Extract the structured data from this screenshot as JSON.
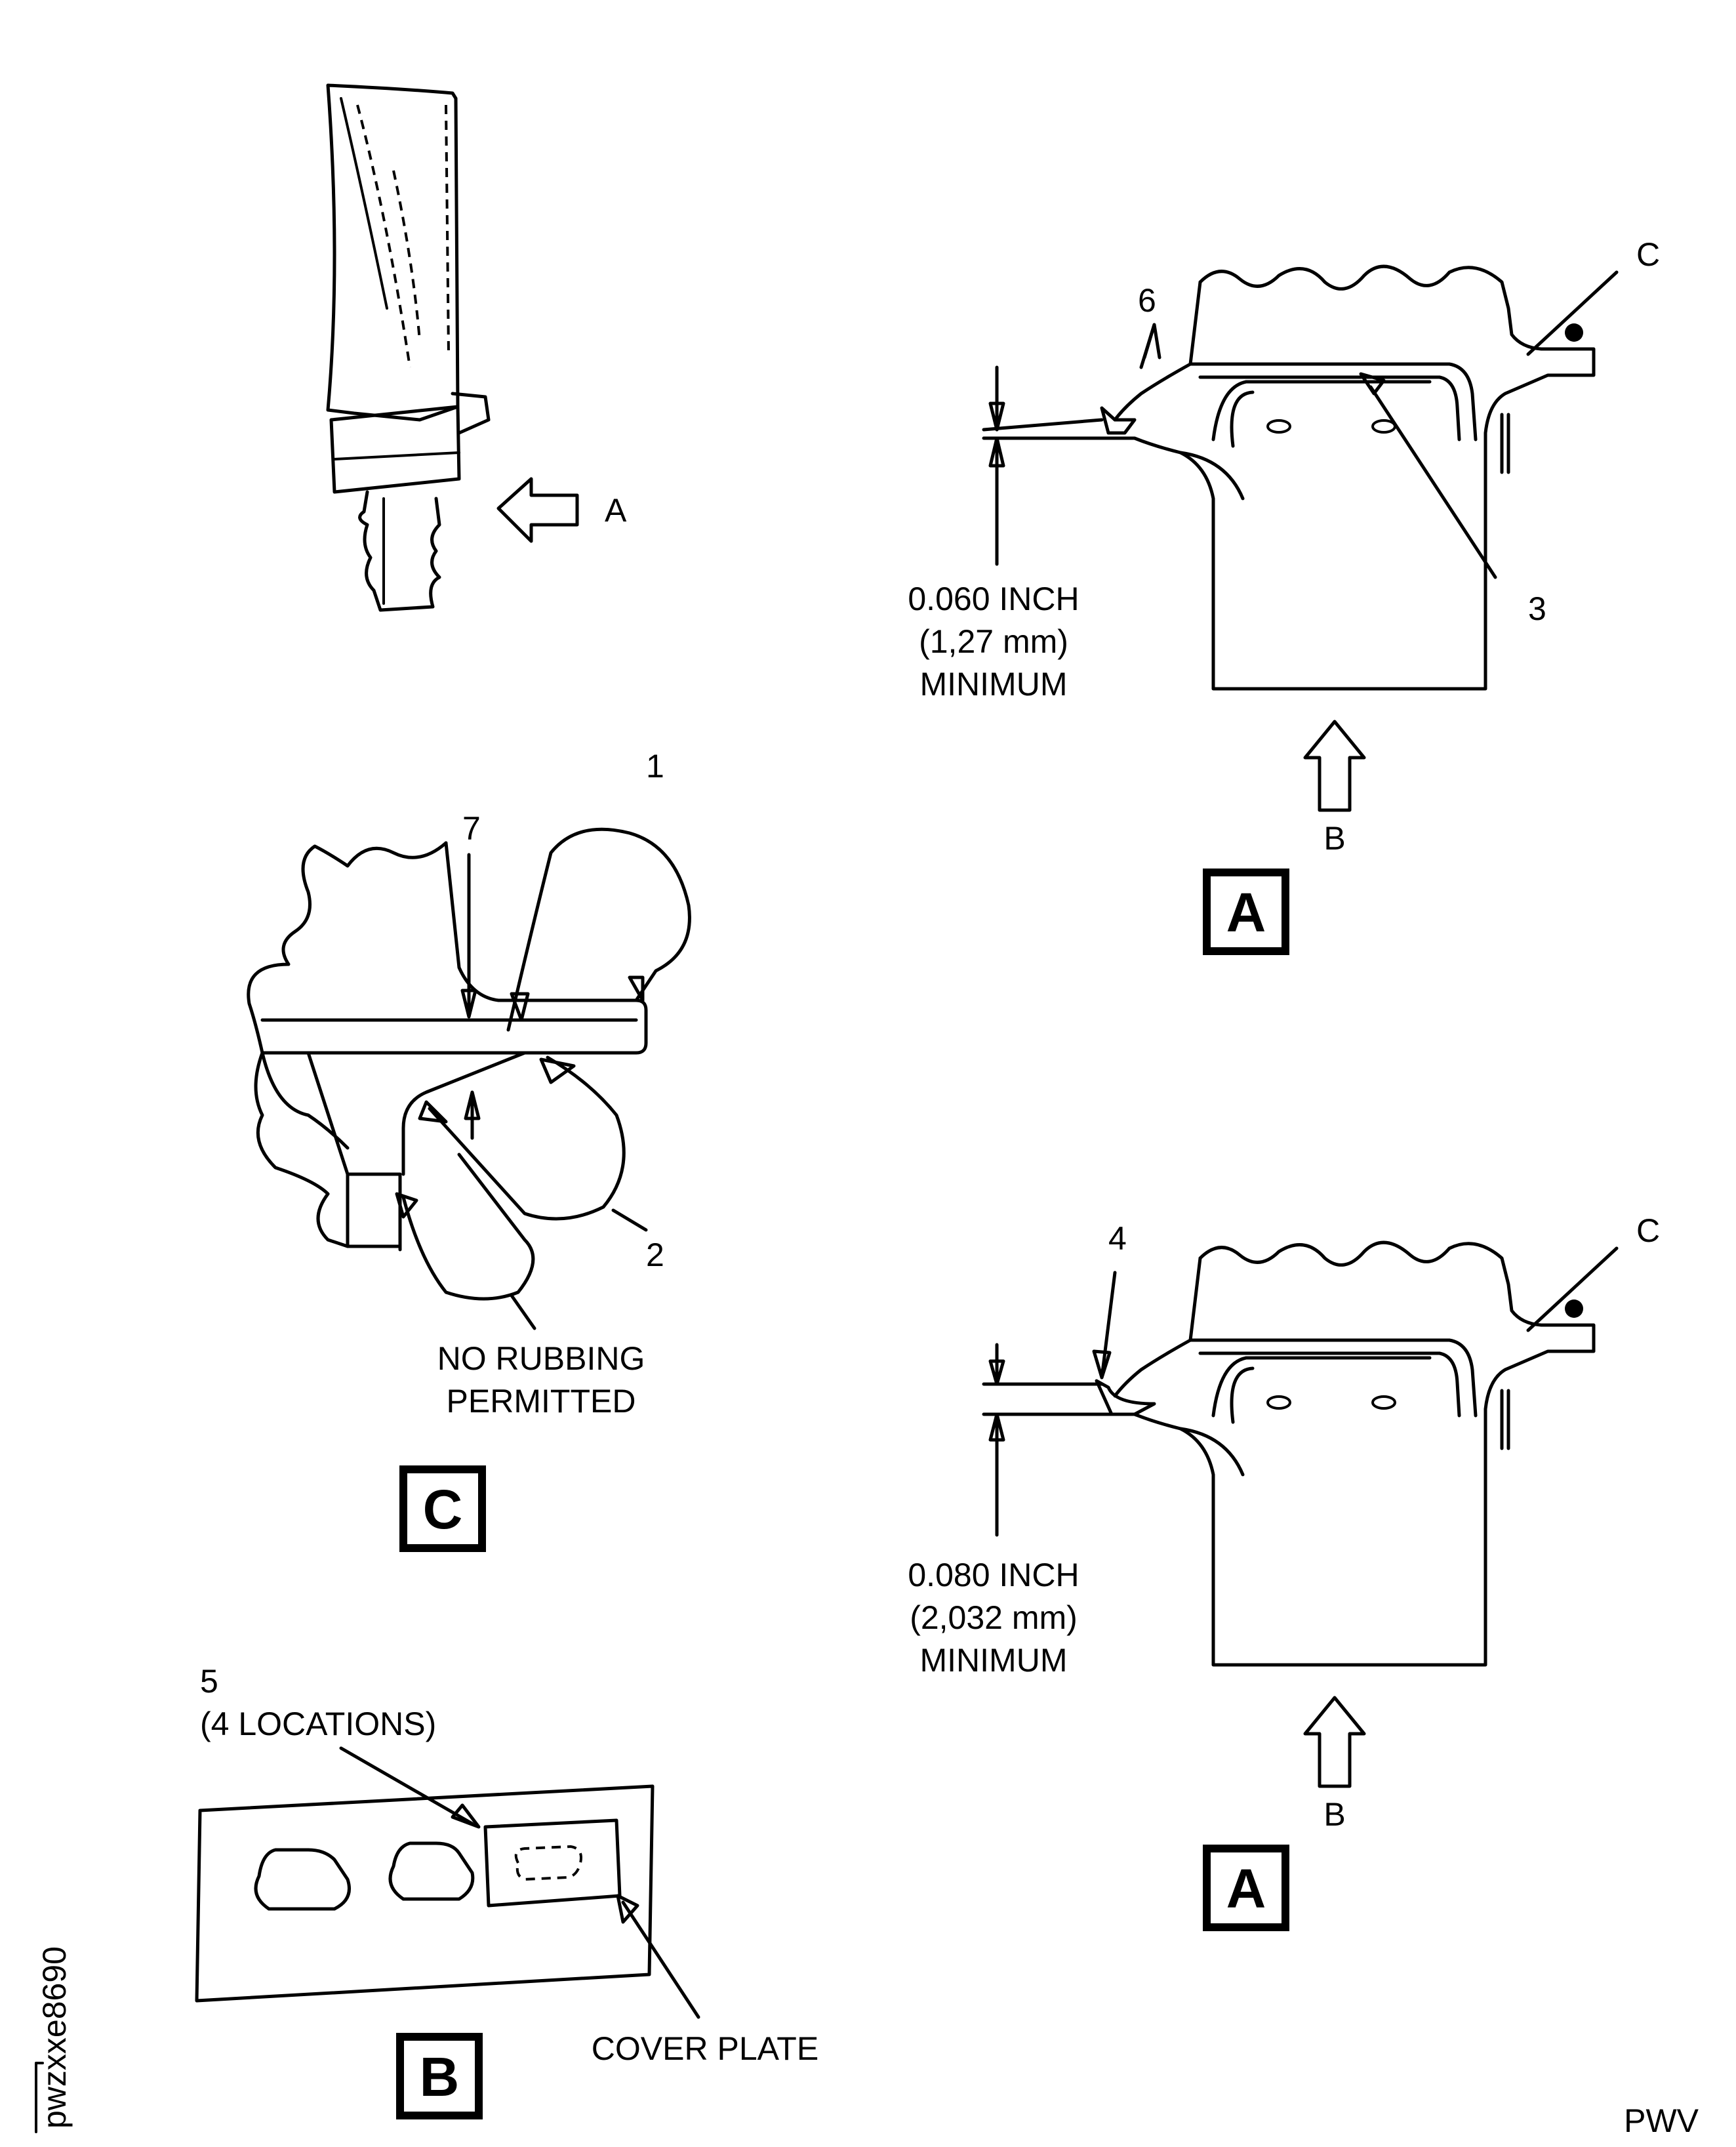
{
  "callouts": {
    "c1": "1",
    "c2": "2",
    "c3": "3",
    "c4": "4",
    "c5": "5",
    "c6": "6",
    "c7": "7",
    "view_a_arrow": "A",
    "view_b_arrow_top": "B",
    "view_b_arrow_bottom": "B",
    "c_top": "C",
    "c_bottom": "C"
  },
  "dimensions": {
    "top": {
      "line1": "0.060 INCH",
      "line2": "(1,27 mm)",
      "line3": "MINIMUM"
    },
    "bottom": {
      "line1": "0.080 INCH",
      "line2": "(2,032 mm)",
      "line3": "MINIMUM"
    }
  },
  "notes": {
    "no_rubbing_line1": "NO RUBBING",
    "no_rubbing_line2": "PERMITTED",
    "locations_line": "(4 LOCATIONS)",
    "cover_plate": "COVER PLATE"
  },
  "view_labels": {
    "a_top": "A",
    "a_bottom": "A",
    "c": "C",
    "b": "B"
  },
  "figure_code": "pwzxxe8690",
  "corner_code": "PWV"
}
